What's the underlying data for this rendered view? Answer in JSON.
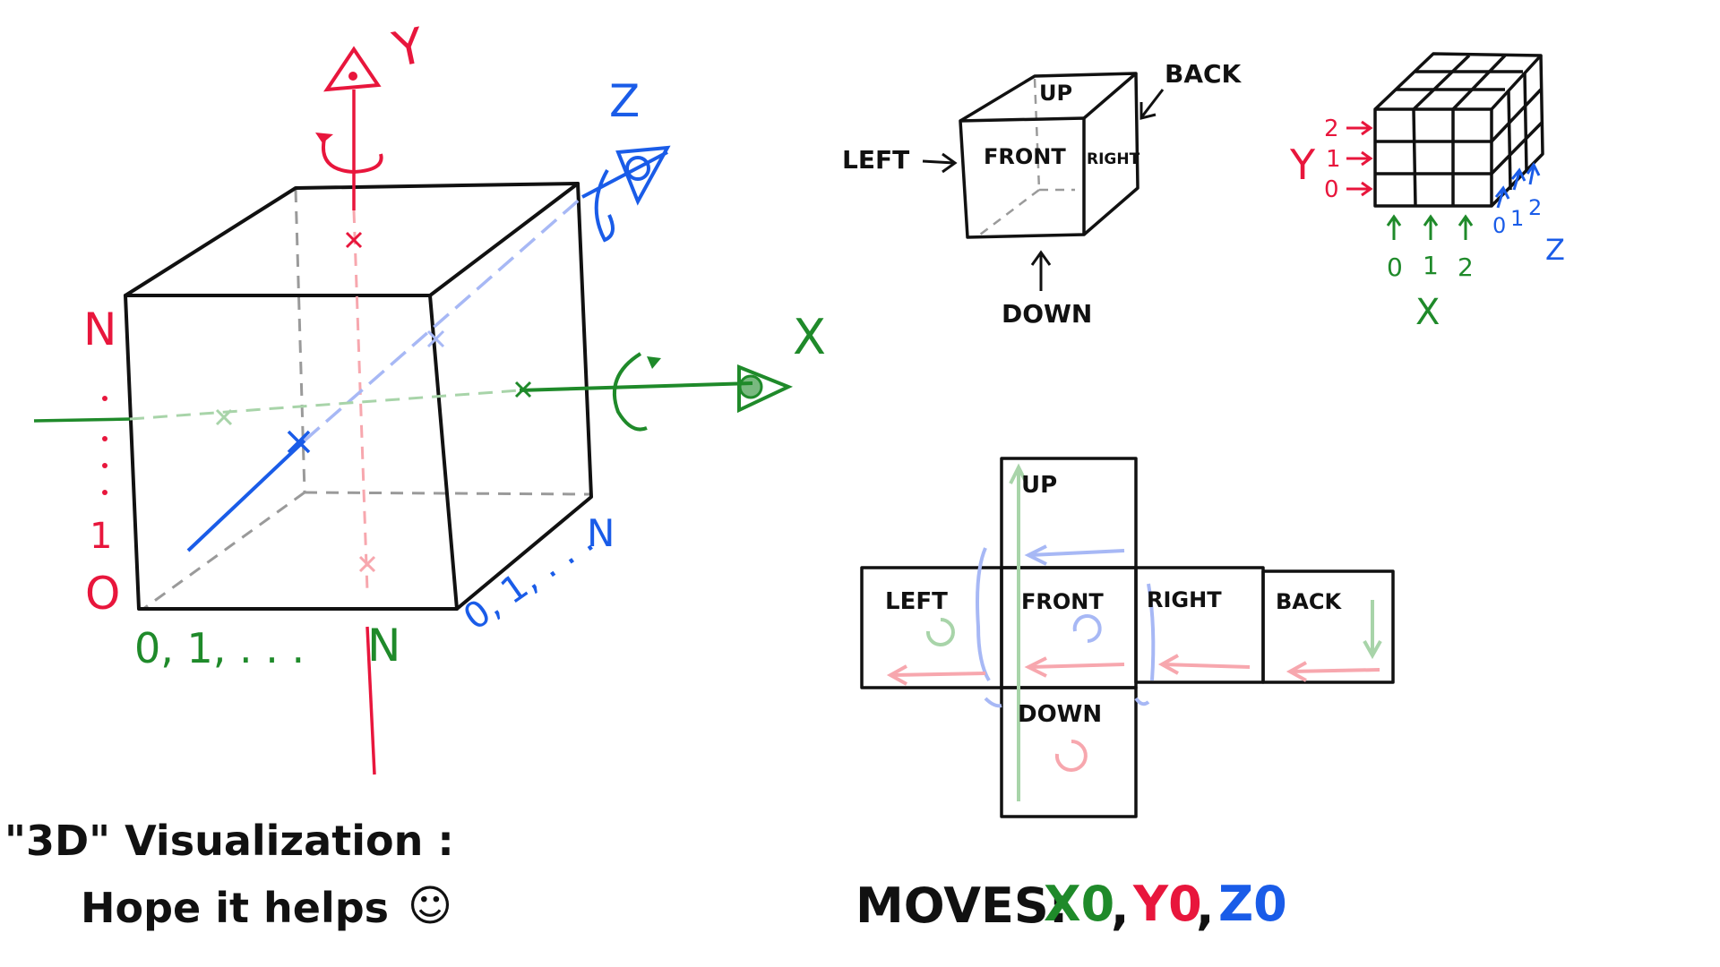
{
  "colors": {
    "ink": "#111111",
    "red": "#e8163c",
    "green": "#1f8a2a",
    "blue": "#1a5ce8",
    "light_red": "#f7a7ae",
    "light_green": "#a8d4a9",
    "light_blue": "#a7b8f5",
    "gray": "#9a9a9a"
  },
  "big_cube": {
    "axis_y_label": "Y",
    "axis_z_label": "Z",
    "axis_x_label": "X",
    "left_top_label": "N",
    "left_one_label": "1",
    "left_zero_label": "O",
    "bottom_x_seq": "0, 1, . . .",
    "bottom_x_end": "N",
    "right_z_seq": "0, 1, . . .",
    "right_z_end": "N"
  },
  "caption": {
    "line1": "\"3D\" Visualization :",
    "line2": "Hope it helps",
    "smiley": "☺"
  },
  "faces_cube": {
    "up": "UP",
    "front": "FRONT",
    "right": "RIGHT",
    "back": "BACK",
    "left": "LEFT",
    "down": "DOWN"
  },
  "grid_cube": {
    "y_label": "Y",
    "y_ticks": [
      "2",
      "1",
      "0"
    ],
    "x_label": "X",
    "x_ticks": [
      "0",
      "1",
      "2"
    ],
    "z_label": "Z",
    "z_ticks": [
      "0",
      "1",
      "2"
    ]
  },
  "net": {
    "up": "UP",
    "left": "LEFT",
    "front": "FRONT",
    "right": "RIGHT",
    "back": "BACK",
    "down": "DOWN"
  },
  "moves": {
    "label": "MOVES:",
    "x_move": "X0",
    "sep1": ",",
    "y_move": "Y0",
    "sep2": ",",
    "z_move": "Z0"
  }
}
